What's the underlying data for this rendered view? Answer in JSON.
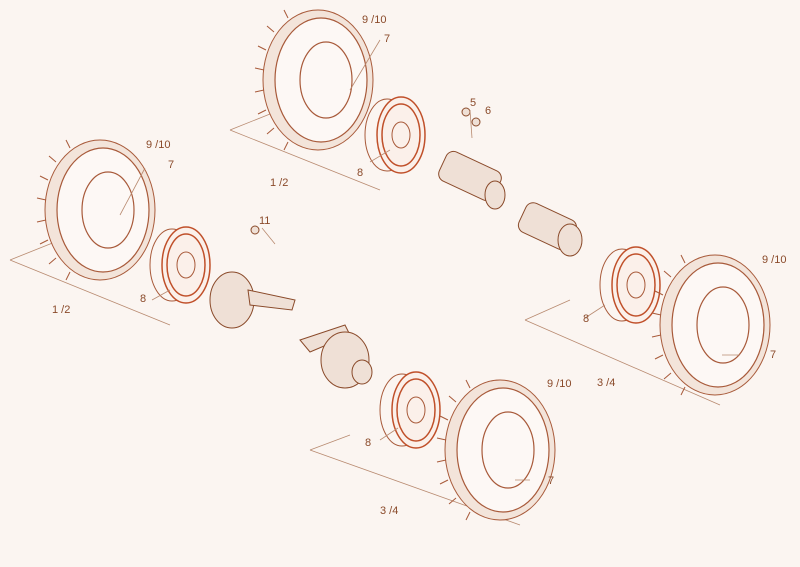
{
  "diagram": {
    "callouts": [
      {
        "id": "c-9-10-top",
        "text": "9 /10"
      },
      {
        "id": "c-7-top",
        "text": "7"
      },
      {
        "id": "c-5",
        "text": "5"
      },
      {
        "id": "c-6",
        "text": "6"
      },
      {
        "id": "c-8-top",
        "text": "8"
      },
      {
        "id": "c-1-2-top",
        "text": "1 /2"
      },
      {
        "id": "c-9-10-left",
        "text": "9 /10"
      },
      {
        "id": "c-7-left",
        "text": "7"
      },
      {
        "id": "c-11",
        "text": "11"
      },
      {
        "id": "c-8-left",
        "text": "8"
      },
      {
        "id": "c-1-2-left",
        "text": "1 /2"
      },
      {
        "id": "c-9-10-right",
        "text": "9 /10"
      },
      {
        "id": "c-8-right",
        "text": "8"
      },
      {
        "id": "c-7-right",
        "text": "7"
      },
      {
        "id": "c-3-4-right",
        "text": "3 /4"
      },
      {
        "id": "c-9-10-bottom",
        "text": "9 /10"
      },
      {
        "id": "c-8-bottom",
        "text": "8"
      },
      {
        "id": "c-7-bottom",
        "text": "7"
      },
      {
        "id": "c-3-4-bottom",
        "text": "3 /4"
      }
    ]
  },
  "colors": {
    "background": "#fbf5f1",
    "line": "#a85a3a",
    "accent": "#c0502a"
  }
}
